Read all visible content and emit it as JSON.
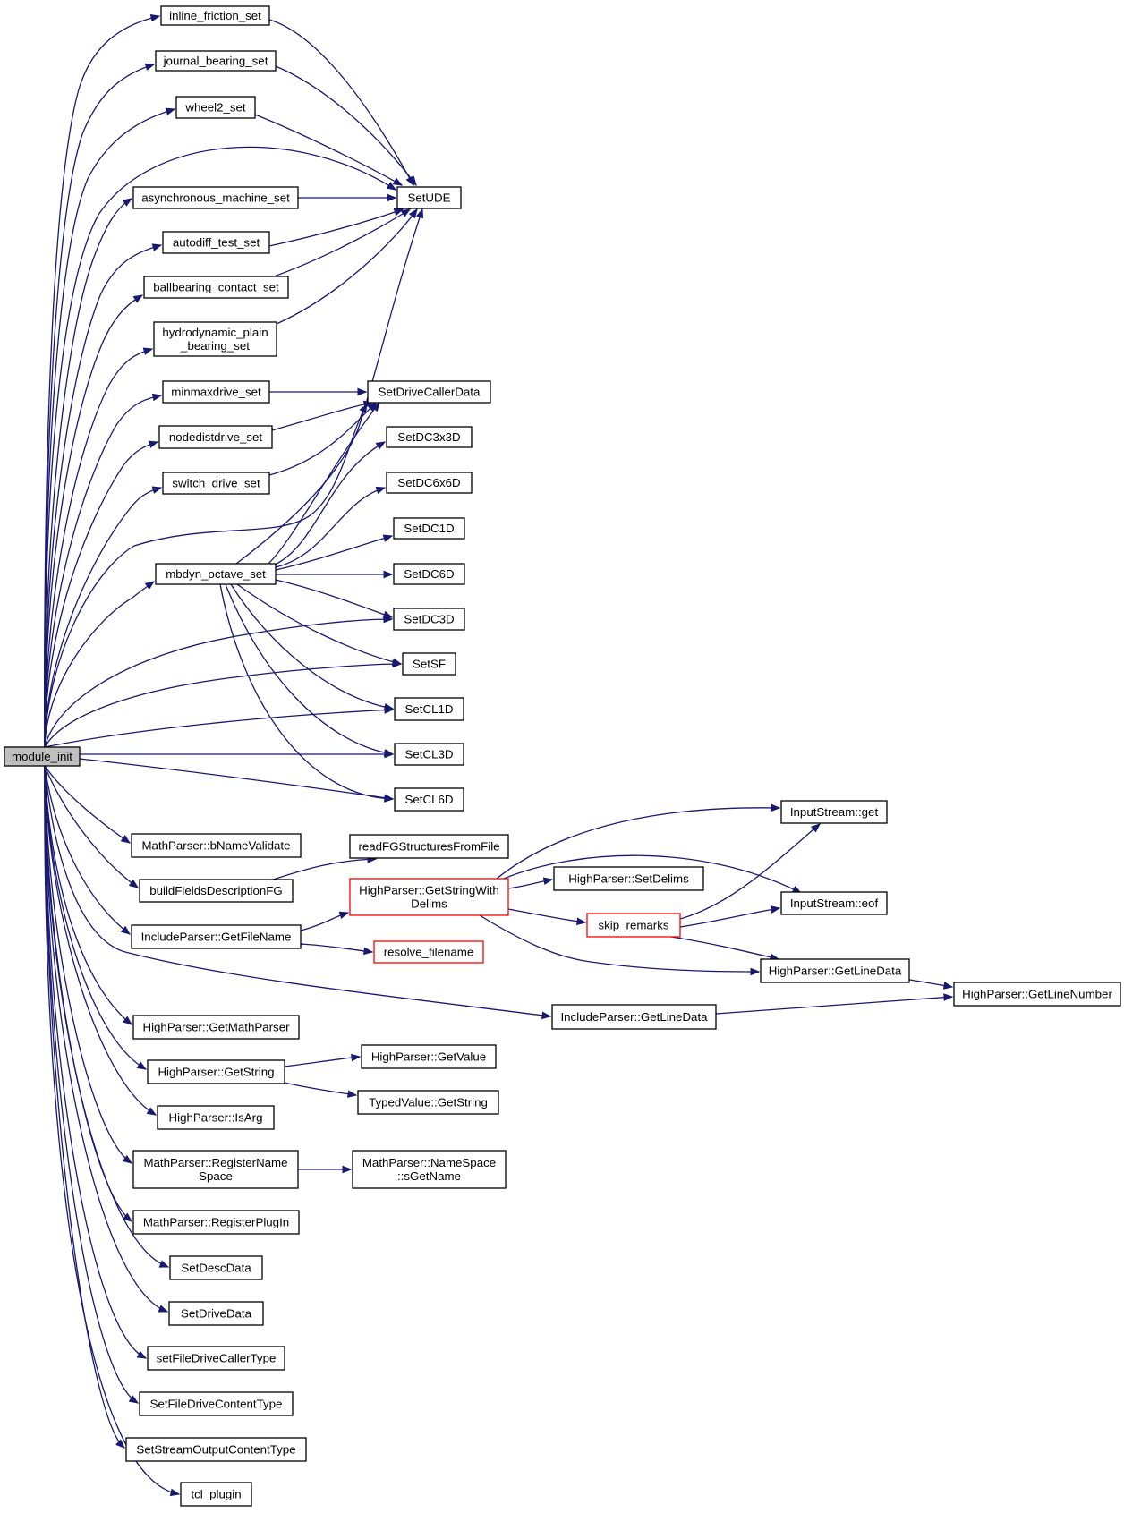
{
  "graph": {
    "root": "module_init",
    "colors": {
      "edge": "#191970",
      "root_fill": "#bfbfbf",
      "node_border": "#000000",
      "truncated_border": "#ff0000"
    },
    "nodes": [
      {
        "id": "module_init",
        "lines": [
          "module_init"
        ],
        "style": "root"
      },
      {
        "id": "inline_friction_set",
        "lines": [
          "inline_friction_set"
        ]
      },
      {
        "id": "journal_bearing_set",
        "lines": [
          "journal_bearing_set"
        ]
      },
      {
        "id": "wheel2_set",
        "lines": [
          "wheel2_set"
        ]
      },
      {
        "id": "asynchronous_machine_set",
        "lines": [
          "asynchronous_machine_set"
        ]
      },
      {
        "id": "autodiff_test_set",
        "lines": [
          "autodiff_test_set"
        ]
      },
      {
        "id": "ballbearing_contact_set",
        "lines": [
          "ballbearing_contact_set"
        ]
      },
      {
        "id": "hydrodynamic_plain_bearing_set",
        "lines": [
          "hydrodynamic_plain",
          "_bearing_set"
        ]
      },
      {
        "id": "minmaxdrive_set",
        "lines": [
          "minmaxdrive_set"
        ]
      },
      {
        "id": "nodedistdrive_set",
        "lines": [
          "nodedistdrive_set"
        ]
      },
      {
        "id": "switch_drive_set",
        "lines": [
          "switch_drive_set"
        ]
      },
      {
        "id": "mbdyn_octave_set",
        "lines": [
          "mbdyn_octave_set"
        ]
      },
      {
        "id": "SetUDE",
        "lines": [
          "SetUDE"
        ]
      },
      {
        "id": "SetDriveCallerData",
        "lines": [
          "SetDriveCallerData"
        ]
      },
      {
        "id": "SetDC3x3D",
        "lines": [
          "SetDC3x3D"
        ]
      },
      {
        "id": "SetDC6x6D",
        "lines": [
          "SetDC6x6D"
        ]
      },
      {
        "id": "SetDC1D",
        "lines": [
          "SetDC1D"
        ]
      },
      {
        "id": "SetDC6D",
        "lines": [
          "SetDC6D"
        ]
      },
      {
        "id": "SetDC3D",
        "lines": [
          "SetDC3D"
        ]
      },
      {
        "id": "SetSF",
        "lines": [
          "SetSF"
        ]
      },
      {
        "id": "SetCL1D",
        "lines": [
          "SetCL1D"
        ]
      },
      {
        "id": "SetCL3D",
        "lines": [
          "SetCL3D"
        ]
      },
      {
        "id": "SetCL6D",
        "lines": [
          "SetCL6D"
        ]
      },
      {
        "id": "MathParser_bNameValidate",
        "lines": [
          "MathParser::bNameValidate"
        ]
      },
      {
        "id": "buildFieldsDescriptionFG",
        "lines": [
          "buildFieldsDescriptionFG"
        ]
      },
      {
        "id": "readFGStructuresFromFile",
        "lines": [
          "readFGStructuresFromFile"
        ]
      },
      {
        "id": "IncludeParser_GetFileName",
        "lines": [
          "IncludeParser::GetFileName"
        ]
      },
      {
        "id": "HighParser_GetStringWithDelims",
        "lines": [
          "HighParser::GetStringWith",
          "Delims"
        ],
        "style": "truncated"
      },
      {
        "id": "resolve_filename",
        "lines": [
          "resolve_filename"
        ],
        "style": "truncated"
      },
      {
        "id": "HighParser_SetDelims",
        "lines": [
          "HighParser::SetDelims"
        ]
      },
      {
        "id": "skip_remarks",
        "lines": [
          "skip_remarks"
        ],
        "style": "truncated"
      },
      {
        "id": "InputStream_get",
        "lines": [
          "InputStream::get"
        ]
      },
      {
        "id": "InputStream_eof",
        "lines": [
          "InputStream::eof"
        ]
      },
      {
        "id": "HighParser_GetLineData",
        "lines": [
          "HighParser::GetLineData"
        ]
      },
      {
        "id": "HighParser_GetLineNumber",
        "lines": [
          "HighParser::GetLineNumber"
        ]
      },
      {
        "id": "IncludeParser_GetLineData",
        "lines": [
          "IncludeParser::GetLineData"
        ]
      },
      {
        "id": "HighParser_GetMathParser",
        "lines": [
          "HighParser::GetMathParser"
        ]
      },
      {
        "id": "HighParser_GetString",
        "lines": [
          "HighParser::GetString"
        ]
      },
      {
        "id": "HighParser_GetValue",
        "lines": [
          "HighParser::GetValue"
        ]
      },
      {
        "id": "TypedValue_GetString",
        "lines": [
          "TypedValue::GetString"
        ]
      },
      {
        "id": "HighParser_IsArg",
        "lines": [
          "HighParser::IsArg"
        ]
      },
      {
        "id": "MathParser_RegisterNameSpace",
        "lines": [
          "MathParser::RegisterName",
          "Space"
        ]
      },
      {
        "id": "MathParser_NameSpace_sGetName",
        "lines": [
          "MathParser::NameSpace",
          "::sGetName"
        ]
      },
      {
        "id": "MathParser_RegisterPlugIn",
        "lines": [
          "MathParser::RegisterPlugIn"
        ]
      },
      {
        "id": "SetDescData",
        "lines": [
          "SetDescData"
        ]
      },
      {
        "id": "SetDriveData",
        "lines": [
          "SetDriveData"
        ]
      },
      {
        "id": "setFileDriveCallerType",
        "lines": [
          "setFileDriveCallerType"
        ]
      },
      {
        "id": "SetFileDriveContentType",
        "lines": [
          "SetFileDriveContentType"
        ]
      },
      {
        "id": "SetStreamOutputContentType",
        "lines": [
          "SetStreamOutputContentType"
        ]
      },
      {
        "id": "tcl_plugin",
        "lines": [
          "tcl_plugin"
        ]
      }
    ],
    "edges": [
      [
        "module_init",
        "inline_friction_set"
      ],
      [
        "module_init",
        "journal_bearing_set"
      ],
      [
        "module_init",
        "wheel2_set"
      ],
      [
        "module_init",
        "SetUDE"
      ],
      [
        "module_init",
        "asynchronous_machine_set"
      ],
      [
        "module_init",
        "autodiff_test_set"
      ],
      [
        "module_init",
        "ballbearing_contact_set"
      ],
      [
        "module_init",
        "hydrodynamic_plain_bearing_set"
      ],
      [
        "module_init",
        "minmaxdrive_set"
      ],
      [
        "module_init",
        "nodedistdrive_set"
      ],
      [
        "module_init",
        "switch_drive_set"
      ],
      [
        "module_init",
        "SetDriveCallerData"
      ],
      [
        "module_init",
        "mbdyn_octave_set"
      ],
      [
        "module_init",
        "SetDC3D"
      ],
      [
        "module_init",
        "SetSF"
      ],
      [
        "module_init",
        "SetCL1D"
      ],
      [
        "module_init",
        "SetCL3D"
      ],
      [
        "module_init",
        "SetCL6D"
      ],
      [
        "module_init",
        "MathParser_bNameValidate"
      ],
      [
        "module_init",
        "buildFieldsDescriptionFG"
      ],
      [
        "module_init",
        "IncludeParser_GetFileName"
      ],
      [
        "module_init",
        "IncludeParser_GetLineData"
      ],
      [
        "module_init",
        "HighParser_GetMathParser"
      ],
      [
        "module_init",
        "HighParser_GetString"
      ],
      [
        "module_init",
        "HighParser_IsArg"
      ],
      [
        "module_init",
        "MathParser_RegisterNameSpace"
      ],
      [
        "module_init",
        "MathParser_RegisterPlugIn"
      ],
      [
        "module_init",
        "SetDescData"
      ],
      [
        "module_init",
        "SetDriveData"
      ],
      [
        "module_init",
        "setFileDriveCallerType"
      ],
      [
        "module_init",
        "SetFileDriveContentType"
      ],
      [
        "module_init",
        "SetStreamOutputContentType"
      ],
      [
        "module_init",
        "tcl_plugin"
      ],
      [
        "inline_friction_set",
        "SetUDE"
      ],
      [
        "journal_bearing_set",
        "SetUDE"
      ],
      [
        "wheel2_set",
        "SetUDE"
      ],
      [
        "asynchronous_machine_set",
        "SetUDE"
      ],
      [
        "autodiff_test_set",
        "SetUDE"
      ],
      [
        "ballbearing_contact_set",
        "SetUDE"
      ],
      [
        "hydrodynamic_plain_bearing_set",
        "SetUDE"
      ],
      [
        "minmaxdrive_set",
        "SetDriveCallerData"
      ],
      [
        "nodedistdrive_set",
        "SetDriveCallerData"
      ],
      [
        "switch_drive_set",
        "SetDriveCallerData"
      ],
      [
        "mbdyn_octave_set",
        "SetUDE"
      ],
      [
        "mbdyn_octave_set",
        "SetDriveCallerData"
      ],
      [
        "mbdyn_octave_set",
        "SetDC3x3D"
      ],
      [
        "mbdyn_octave_set",
        "SetDC6x6D"
      ],
      [
        "mbdyn_octave_set",
        "SetDC1D"
      ],
      [
        "mbdyn_octave_set",
        "SetDC6D"
      ],
      [
        "mbdyn_octave_set",
        "SetDC3D"
      ],
      [
        "mbdyn_octave_set",
        "SetSF"
      ],
      [
        "mbdyn_octave_set",
        "SetCL1D"
      ],
      [
        "mbdyn_octave_set",
        "SetCL3D"
      ],
      [
        "mbdyn_octave_set",
        "SetCL6D"
      ],
      [
        "buildFieldsDescriptionFG",
        "readFGStructuresFromFile"
      ],
      [
        "IncludeParser_GetFileName",
        "HighParser_GetStringWithDelims"
      ],
      [
        "IncludeParser_GetFileName",
        "resolve_filename"
      ],
      [
        "HighParser_GetStringWithDelims",
        "InputStream_get"
      ],
      [
        "HighParser_GetStringWithDelims",
        "InputStream_eof"
      ],
      [
        "HighParser_GetStringWithDelims",
        "HighParser_SetDelims"
      ],
      [
        "HighParser_GetStringWithDelims",
        "skip_remarks"
      ],
      [
        "HighParser_GetStringWithDelims",
        "HighParser_GetLineData"
      ],
      [
        "skip_remarks",
        "InputStream_get"
      ],
      [
        "skip_remarks",
        "InputStream_eof"
      ],
      [
        "skip_remarks",
        "HighParser_GetLineData"
      ],
      [
        "HighParser_GetLineData",
        "HighParser_GetLineNumber"
      ],
      [
        "IncludeParser_GetLineData",
        "HighParser_GetLineNumber"
      ],
      [
        "HighParser_GetString",
        "HighParser_GetValue"
      ],
      [
        "HighParser_GetString",
        "TypedValue_GetString"
      ],
      [
        "MathParser_RegisterNameSpace",
        "MathParser_NameSpace_sGetName"
      ]
    ]
  }
}
